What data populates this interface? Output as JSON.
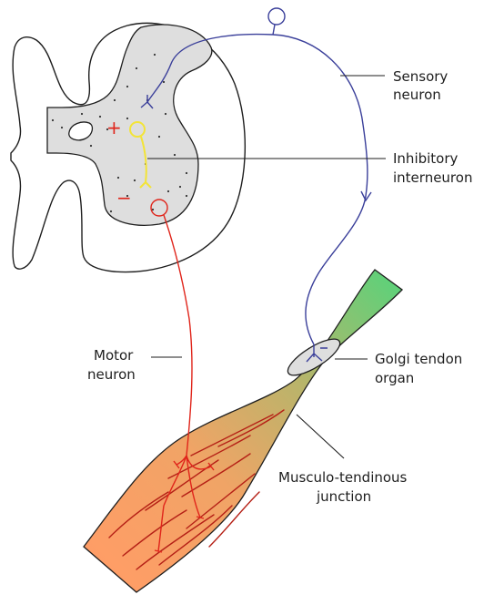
{
  "labels": {
    "sensory_line1": "Sensory",
    "sensory_line2": "neuron",
    "inhibitory_line1": "Inhibitory",
    "inhibitory_line2": "interneuron",
    "golgi_line1": "Golgi tendon",
    "golgi_line2": "organ",
    "motor_line1": "Motor",
    "motor_line2": "neuron",
    "junction_line1": "Musculo-tendinous",
    "junction_line2": "junction"
  },
  "signs": {
    "excitatory": "+",
    "inhibitory": "−"
  },
  "colors": {
    "sensory_neuron": "#3a3f9a",
    "motor_neuron": "#e0251b",
    "interneuron": "#f3e437",
    "grey_matter": "#dedede",
    "outline": "#1e1e1e",
    "muscle_fibers": "#b52016",
    "tendon_green": "#5ad27a",
    "muscle_orange": "#ff9d66"
  }
}
